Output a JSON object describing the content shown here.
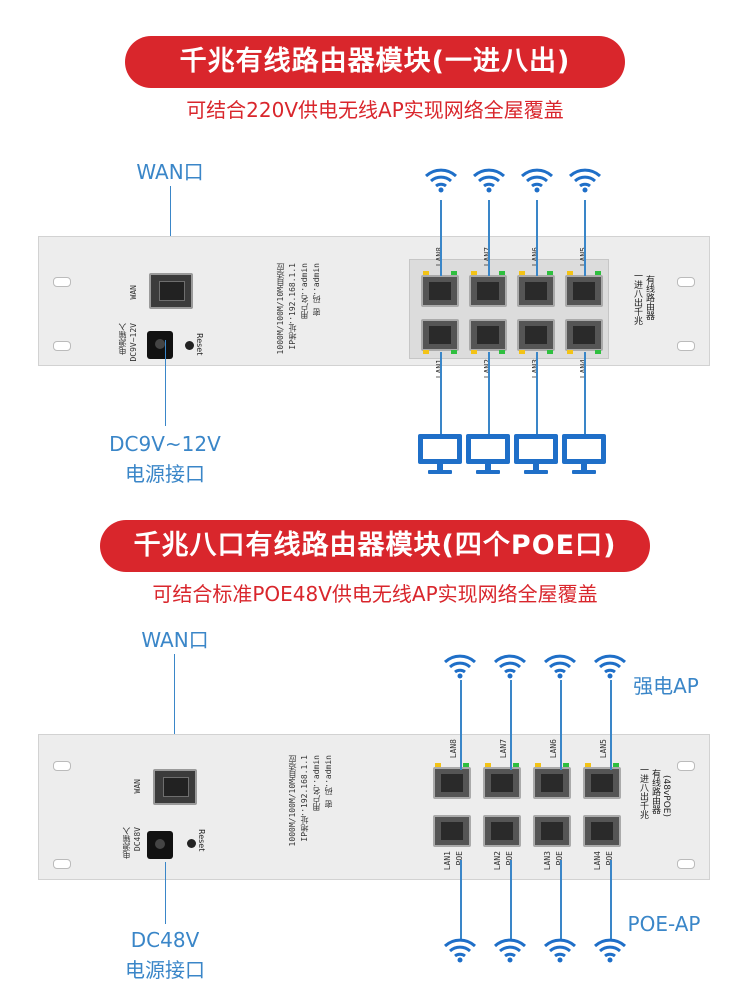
{
  "section1": {
    "title": "千兆有线路由器模块(一进八出)",
    "subtitle": "可结合220V供电无线AP实现网络全屋覆盖",
    "wan_label": "WAN口",
    "power_label_1": "DC9V~12V",
    "power_label_2": "电源接口",
    "panel": {
      "wan": "WAN",
      "power_in": "电源输入",
      "power_spec": "DC9V~12V",
      "reset": "Reset",
      "info_speed": "1000M/100M/10M自适应",
      "info_ip": "IP地址：192.168.1.1",
      "info_user": "用户名：admin",
      "info_pass": "密  码：admin",
      "top_ports": [
        "LAN8",
        "LAN7",
        "LAN6",
        "LAN5"
      ],
      "bottom_ports": [
        "LAN1",
        "LAN2",
        "LAN3",
        "LAN4"
      ],
      "right_label_1": "一进八出千兆",
      "right_label_2": "有线路由器"
    }
  },
  "section2": {
    "title": "千兆八口有线路由器模块(四个POE口)",
    "subtitle": "可结合标准POE48V供电无线AP实现网络全屋覆盖",
    "wan_label": "WAN口",
    "strong_ap_label": "强电AP",
    "poe_ap_label": "POE-AP",
    "power_label_1": "DC48V",
    "power_label_2": "电源接口",
    "panel": {
      "wan": "WAN",
      "power_in": "电源输入",
      "power_spec": "DC48V",
      "reset": "Reset",
      "info_speed": "1000M/100M/10M自适应",
      "info_ip": "IP地址：192.168.1.1",
      "info_user": "用户名：admin",
      "info_pass": "密  码：admin",
      "top_ports": [
        "LAN8",
        "LAN7",
        "LAN6",
        "LAN5"
      ],
      "bottom_ports": [
        "LAN1",
        "LAN2",
        "LAN3",
        "LAN4"
      ],
      "poe_tag": "POE",
      "right_label_1": "一进八出千兆",
      "right_label_2": "有线路由器",
      "right_label_3": "(48vPOE)"
    }
  },
  "icons": {
    "wifi": "wifi-icon",
    "computer": "computer-monitor-icon"
  },
  "colors": {
    "banner_red": "#d9262c",
    "label_blue": "#3a86c8",
    "icon_blue": "#1f6fc8"
  }
}
